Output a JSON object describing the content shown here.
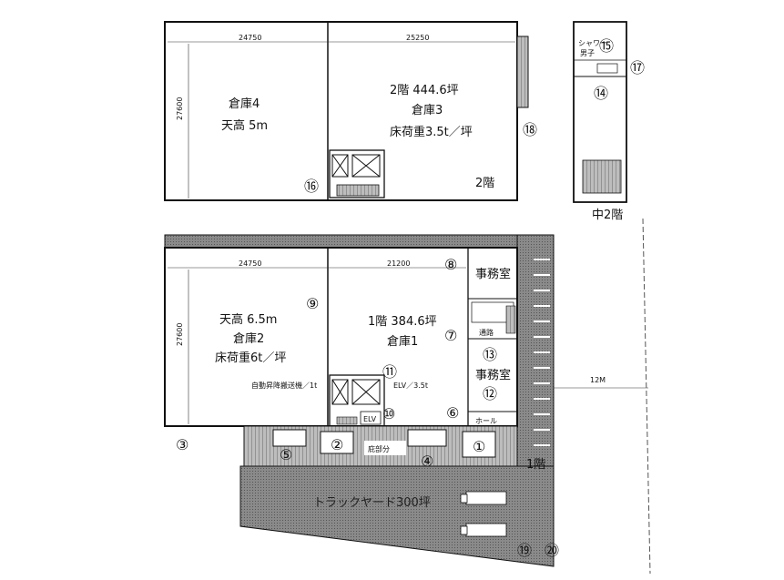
{
  "floor2": {
    "dim_left": "24750",
    "dim_right": "25250",
    "dim_height": "27600",
    "warehouse4_name": "倉庫4",
    "warehouse4_ceiling": "天高 5m",
    "area": "2階 444.6坪",
    "warehouse3_name": "倉庫3",
    "warehouse3_load": "床荷重3.5t／坪",
    "floor_label": "2階"
  },
  "mezzanine": {
    "shower_label": "シャワー",
    "toilet_label": "男子",
    "floor_label": "中2階"
  },
  "floor1": {
    "dim_left": "24750",
    "dim_right": "21200",
    "dim_height": "27600",
    "office_top": "事務室",
    "office_mid": "事務室",
    "warehouse2_ceiling": "天高 6.5m",
    "warehouse2_name": "倉庫2",
    "warehouse2_load": "床荷重6t／坪",
    "area": "1階 384.6坪",
    "warehouse1_name": "倉庫1",
    "conveyor_label": "自動昇降搬送機／1t",
    "elv_label": "ELV／3.5t",
    "elv_small": "ELV",
    "hall": "ホール",
    "passage": "通路",
    "eaves": "庇部分",
    "truck_yard": "トラックヤード300坪",
    "floor_label": "1階",
    "road_width": "12M"
  },
  "markers": {
    "m1": "①",
    "m2": "②",
    "m3": "③",
    "m4": "④",
    "m5": "⑤",
    "m6": "⑥",
    "m7": "⑦",
    "m8": "⑧",
    "m9": "⑨",
    "m10": "⑩",
    "m11": "⑪",
    "m12": "⑫",
    "m13": "⑬",
    "m14": "⑭",
    "m15": "⑮",
    "m16": "⑯",
    "m17": "⑰",
    "m18": "⑱",
    "m19": "⑲",
    "m20": "⑳"
  }
}
